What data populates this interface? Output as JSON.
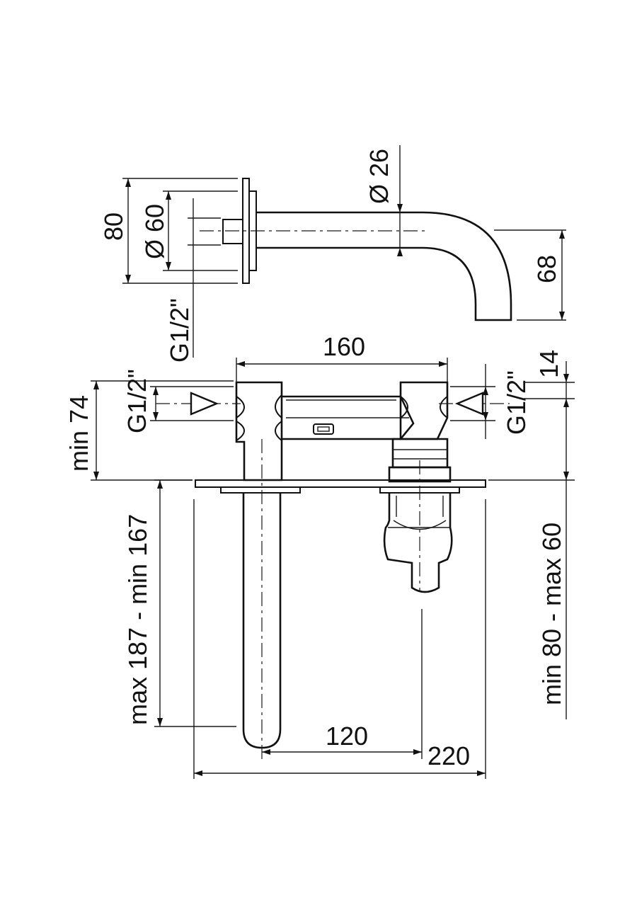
{
  "dimensions": {
    "spout_diameter": "Ø 26",
    "plate_height": "80",
    "plate_diameter": "Ø 60",
    "spout_drop": "68",
    "top_thread": "G1/2\"",
    "body_width": "160",
    "body_height": "14",
    "left_thread": "G1/2\"",
    "right_thread": "G1/2\"",
    "min_height": "min 74",
    "left_depth": "max 187 - min 167",
    "right_depth": "min 80 - max 60",
    "center_distance": "120",
    "plate_width": "220"
  }
}
